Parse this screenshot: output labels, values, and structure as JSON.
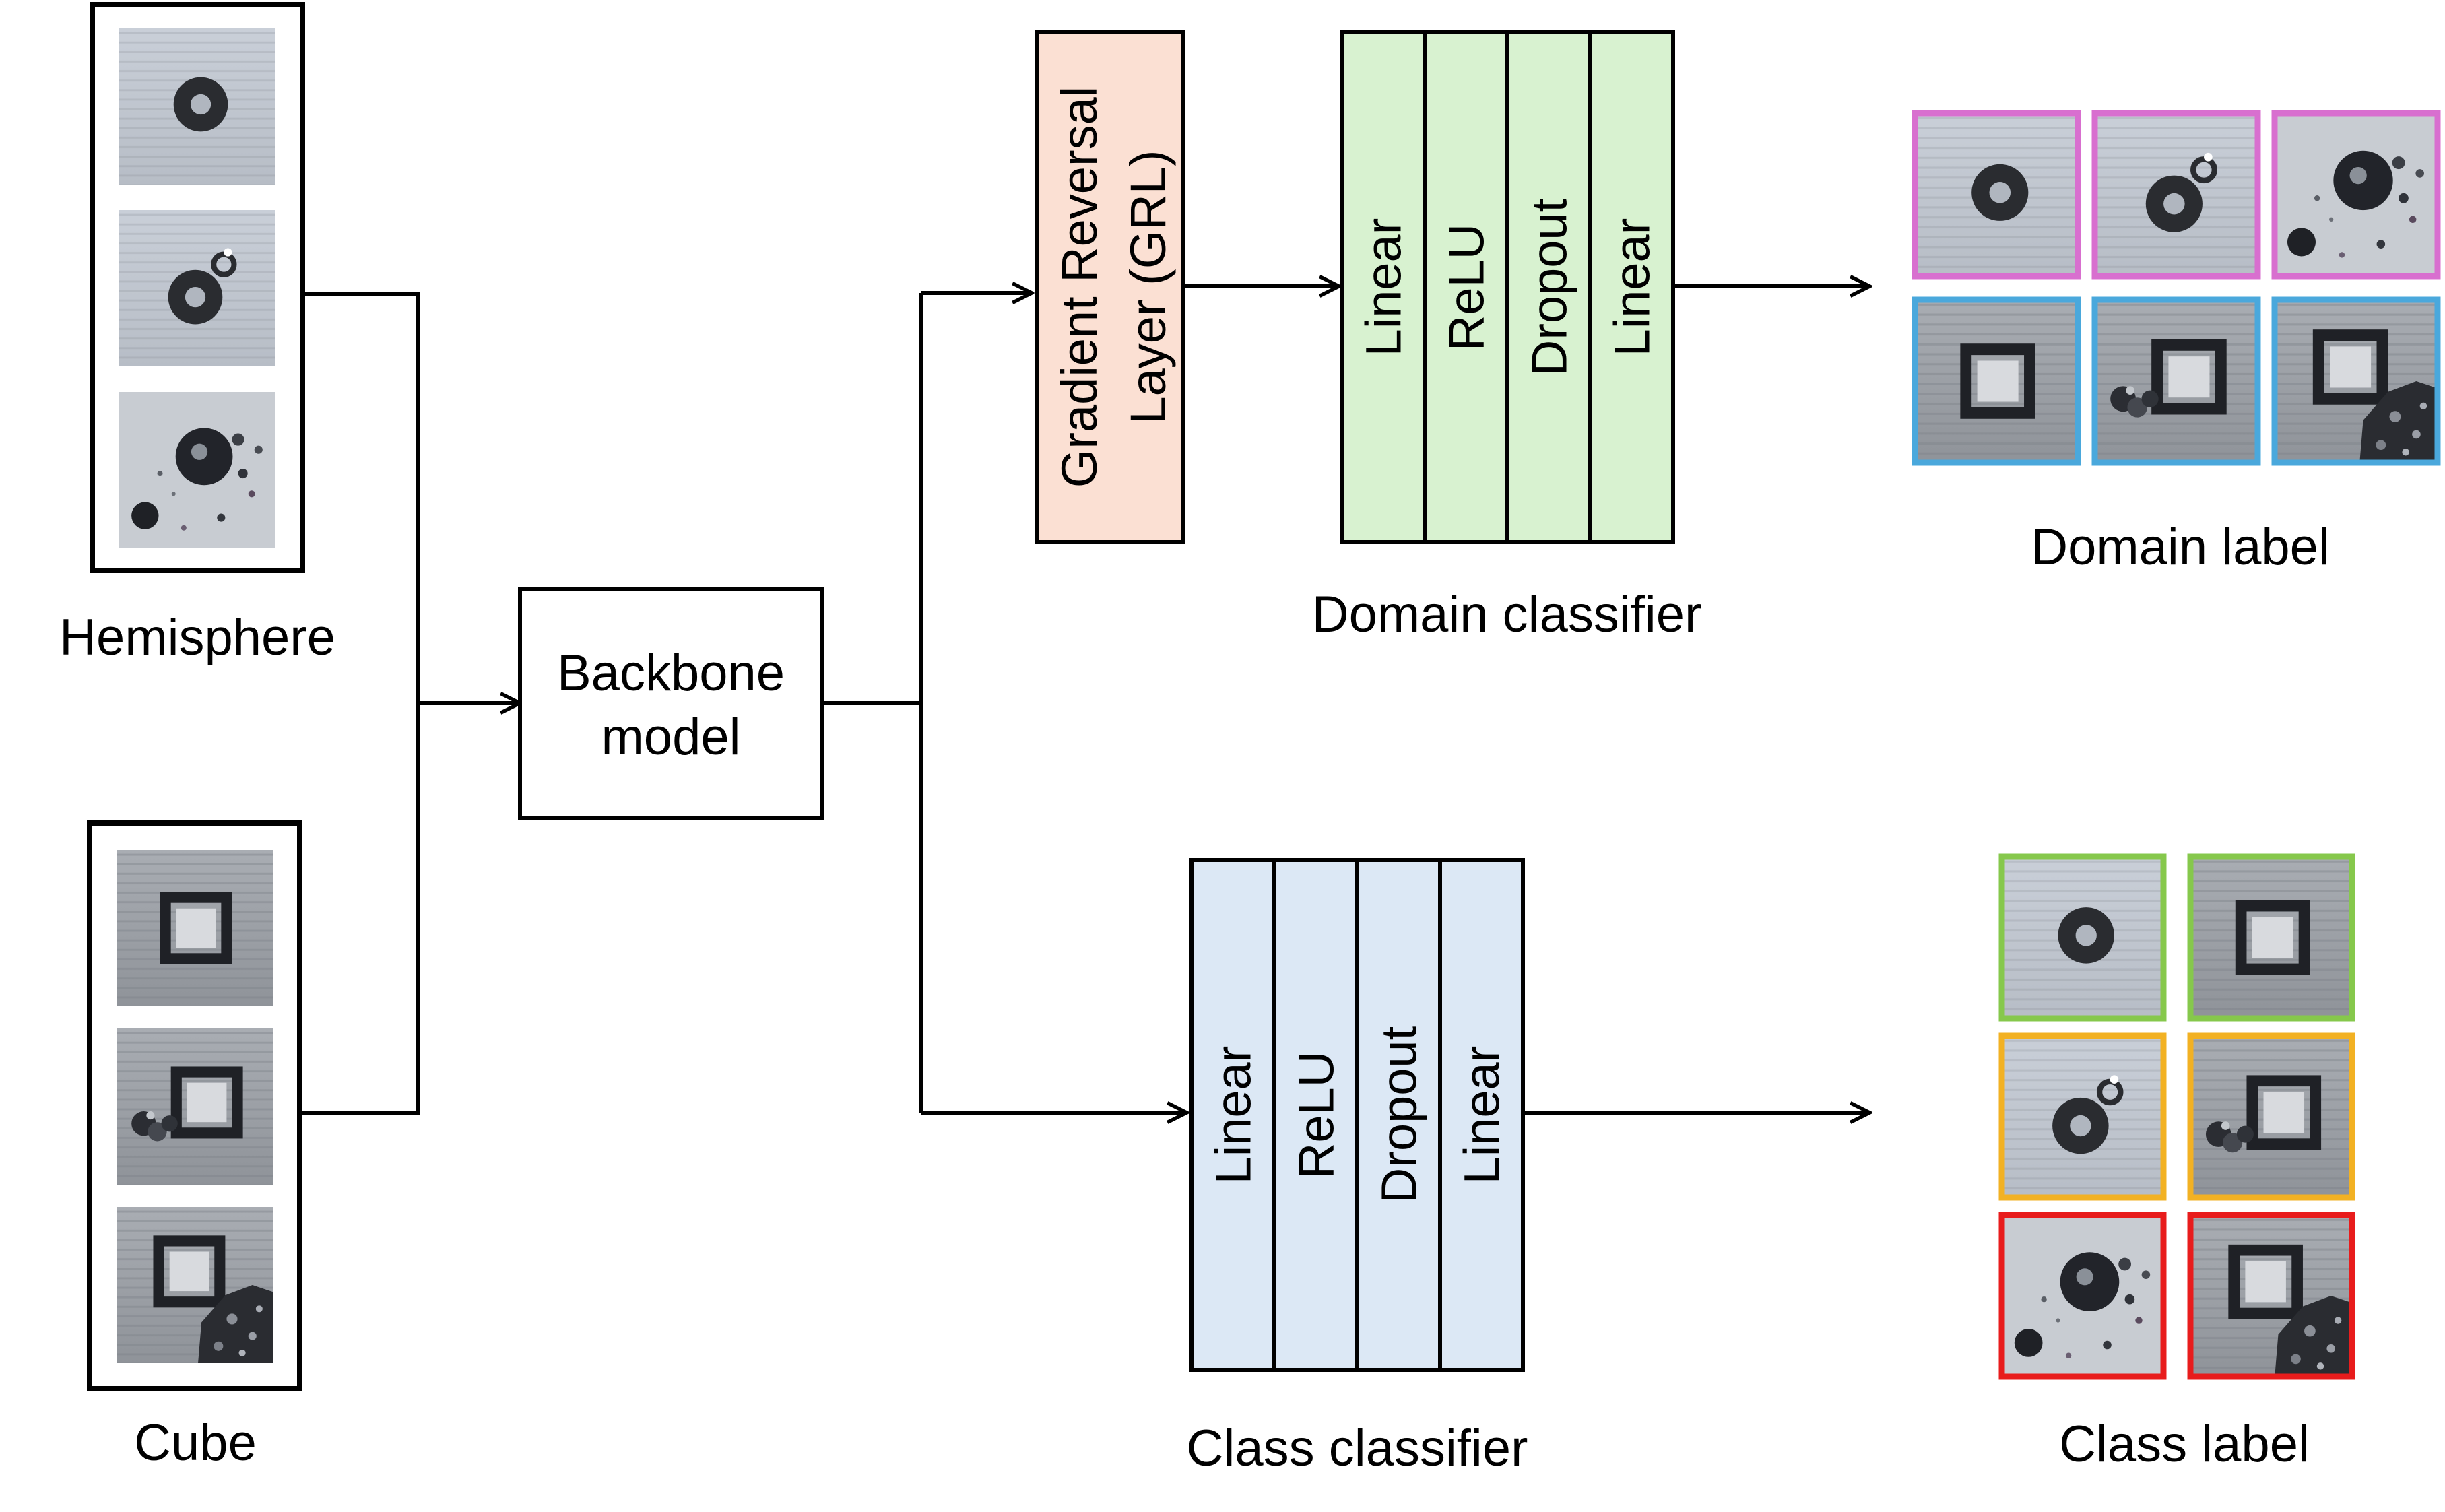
{
  "inputs": {
    "hemisphere": {
      "label": "Hemisphere",
      "thumbnails": [
        "clean",
        "attached-particle",
        "heavy-debris"
      ]
    },
    "cube": {
      "label": "Cube",
      "thumbnails": [
        "clean",
        "attached-particle",
        "heavy-debris"
      ]
    }
  },
  "backbone": {
    "line1": "Backbone",
    "line2": "model"
  },
  "grl": {
    "line1": "Gradient Reversal",
    "line2": "Layer (GRL)",
    "color": "#fbe0d3"
  },
  "domain_classifier": {
    "caption": "Domain classifier",
    "layers": [
      "Linear",
      "ReLU",
      "Dropout",
      "Linear"
    ],
    "color": "#d8f2d0"
  },
  "class_classifier": {
    "caption": "Class classifier",
    "layers": [
      "Linear",
      "ReLU",
      "Dropout",
      "Linear"
    ],
    "color": "#dce8f5"
  },
  "domain_label": {
    "caption": "Domain label",
    "rows": [
      {
        "border_color": "#d86fcf",
        "items": [
          "hemisphere-clean",
          "hemisphere-particle",
          "hemisphere-debris"
        ]
      },
      {
        "border_color": "#4aa8dc",
        "items": [
          "cube-clean",
          "cube-particle",
          "cube-debris"
        ]
      }
    ]
  },
  "class_label": {
    "caption": "Class label",
    "rows": [
      {
        "border_color": "#86c84c",
        "items": [
          "hemisphere-clean",
          "cube-clean"
        ]
      },
      {
        "border_color": "#f2b123",
        "items": [
          "hemisphere-particle",
          "cube-particle"
        ]
      },
      {
        "border_color": "#e81c1c",
        "items": [
          "hemisphere-debris",
          "cube-debris"
        ]
      }
    ]
  }
}
